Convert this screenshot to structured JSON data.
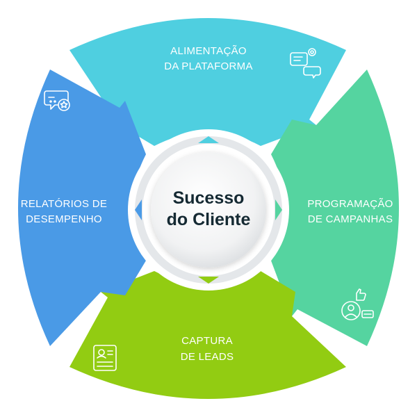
{
  "center": {
    "line1": "Sucesso",
    "line2": "do Cliente"
  },
  "segments": {
    "top": {
      "line1": "ALIMENTAÇÃO",
      "line2": "DA PLATAFORMA",
      "color": "#4fcfe0",
      "icon": "gear-chat-icon"
    },
    "right": {
      "line1": "PROGRAMAÇÃO",
      "line2": "DE CAMPANHAS",
      "color": "#55d4a0",
      "icon": "like-user-icon"
    },
    "bottom": {
      "line1": "CAPTURA",
      "line2": "DE LEADS",
      "color": "#92cc12",
      "icon": "profile-form-icon"
    },
    "left": {
      "line1": "RELATÓRIOS DE",
      "line2": "DESEMPENHO",
      "color": "#4a9ae6",
      "icon": "rating-chat-icon"
    }
  }
}
